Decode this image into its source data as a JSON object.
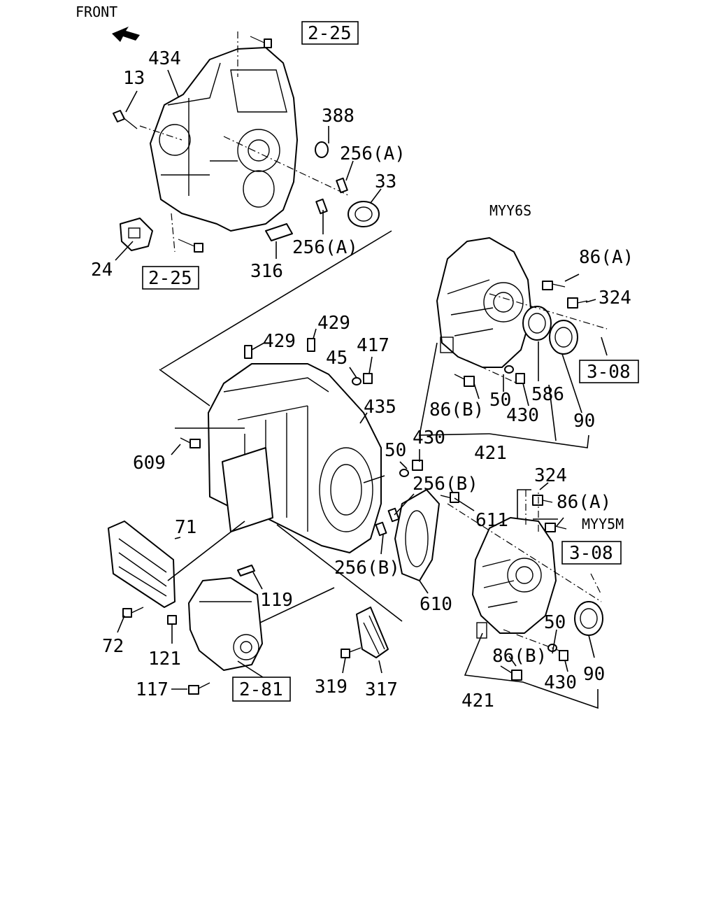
{
  "orientation": {
    "front_label": "FRONT"
  },
  "variants": {
    "upper": "MYY6S",
    "lower": "MYY5M"
  },
  "callouts": {
    "p434": "434",
    "p13": "13",
    "p388": "388",
    "p256a_1": "256(A)",
    "p33": "33",
    "p24": "24",
    "p256a_2": "256(A)",
    "p316": "316",
    "p429_1": "429",
    "p429_2": "429",
    "p45": "45",
    "p417": "417",
    "p435": "435",
    "p609": "609",
    "p50_mid": "50",
    "p430_mid": "430",
    "p256b_1": "256(B)",
    "p611": "611",
    "p71": "71",
    "p256b_2": "256(B)",
    "p610": "610",
    "p119": "119",
    "p72": "72",
    "p121": "121",
    "p117": "117",
    "p319": "319",
    "p317": "317",
    "p86a_1": "86(A)",
    "p324_1": "324",
    "p86b_1": "86(B)",
    "p50_1": "50",
    "p586": "586",
    "p430_1": "430",
    "p90_1": "90",
    "p421_1": "421",
    "p324_2": "324",
    "p86a_2": "86(A)",
    "p90_2": "90",
    "p50_2": "50",
    "p86b_2": "86(B)",
    "p430_2": "430",
    "p421_2": "421"
  },
  "references": {
    "ref_2_25_top": "2-25",
    "ref_2_25_left": "2-25",
    "ref_3_08_upper": "3-08",
    "ref_3_08_lower": "3-08",
    "ref_2_81": "2-81"
  }
}
